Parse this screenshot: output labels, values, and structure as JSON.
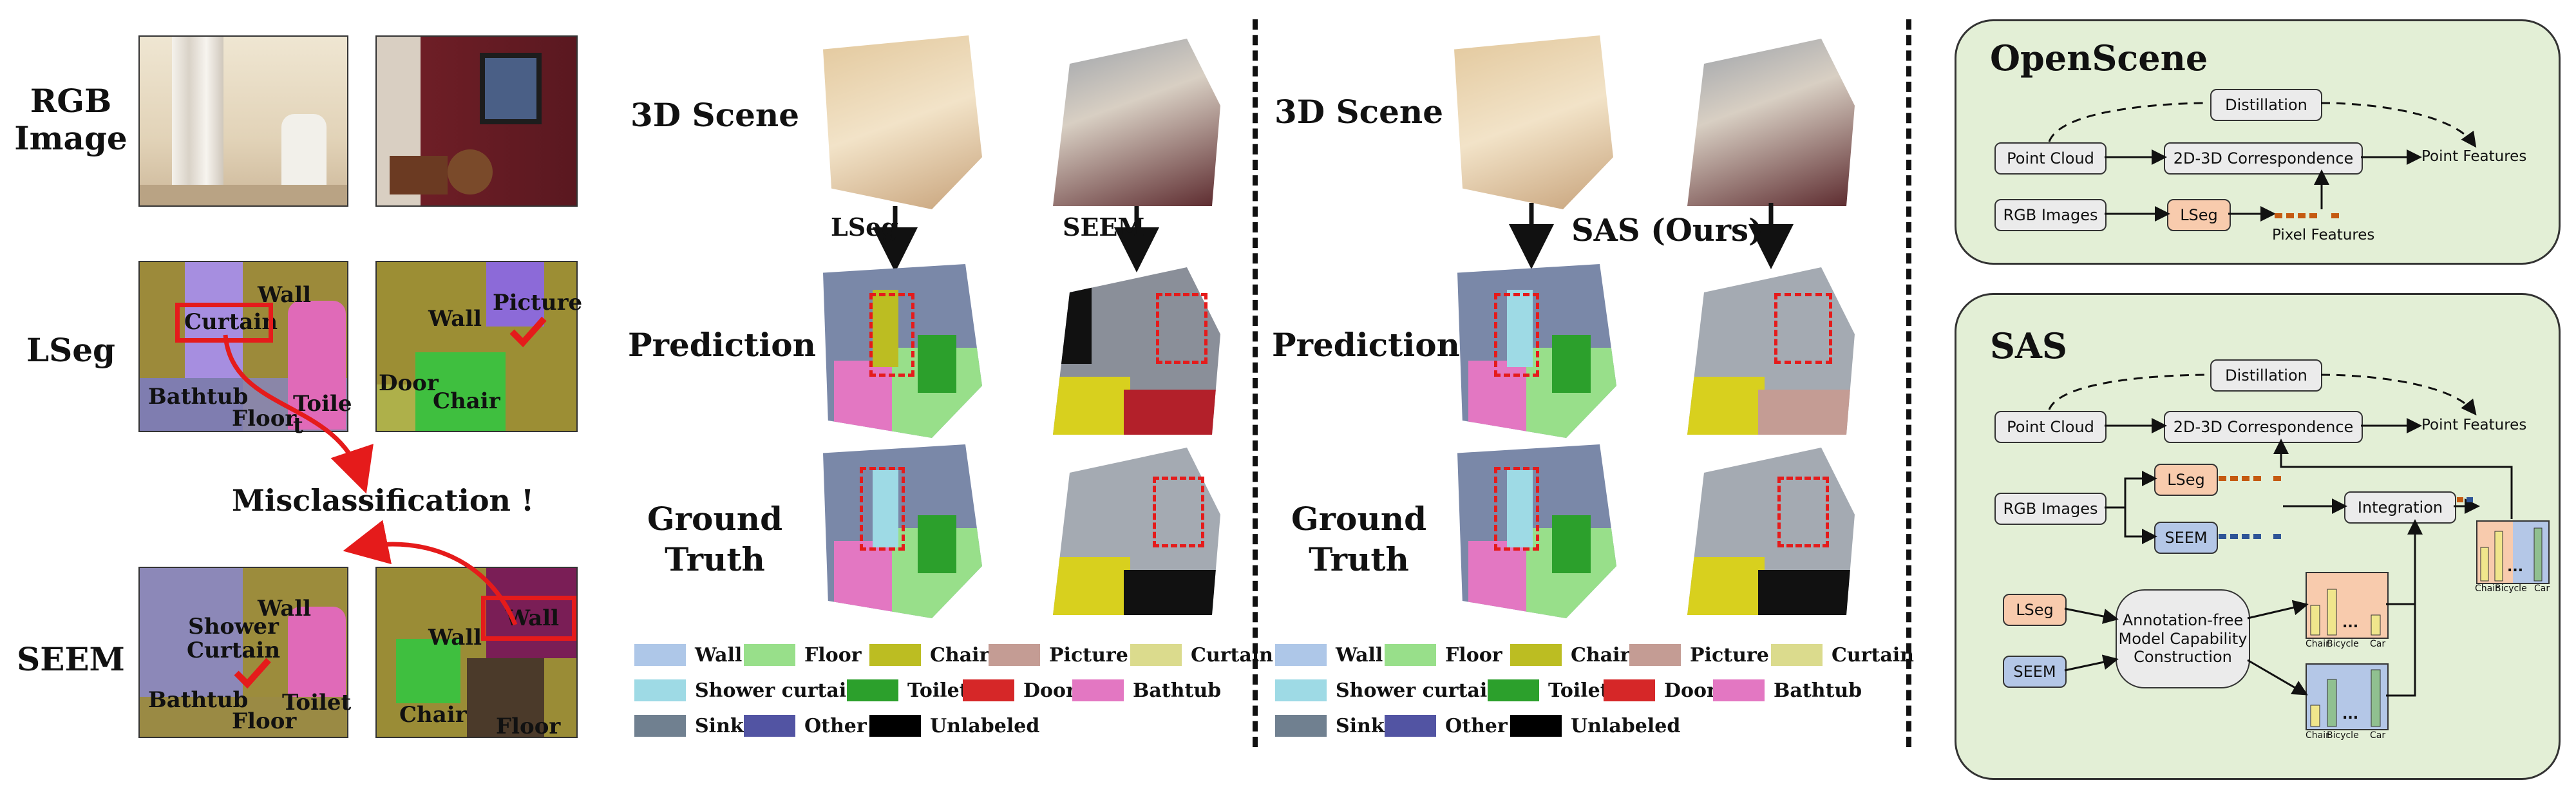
{
  "left": {
    "rows": [
      "RGB\nImage",
      "LSeg",
      "SEEM"
    ],
    "lseg_labels": {
      "curtain": "Curtain",
      "wall": "Wall",
      "bathtub": "Bathtub",
      "floor": "Floor",
      "toilet": "Toile\nt",
      "wall2": "Wall",
      "picture": "Picture",
      "door": "Door",
      "chair": "Chair"
    },
    "seem_labels": {
      "wall": "Wall",
      "shower_curtain": "Shower\nCurtain",
      "bathtub": "Bathtub",
      "floor": "Floor",
      "toilet": "Toilet",
      "wall2": "Wall",
      "wall_box": "Wall",
      "chair": "Chair",
      "floor2": "Floor"
    },
    "miscls": "Misclassification !"
  },
  "middle": {
    "rows": [
      "3D Scene",
      "Prediction",
      "Ground\nTruth"
    ],
    "arrow1": "LSeg",
    "arrow2": "SEEM"
  },
  "right": {
    "rows": [
      "3D Scene",
      "Prediction",
      "Ground\nTruth"
    ],
    "arrow": "SAS (Ours)"
  },
  "legend": [
    {
      "label": "Wall",
      "color": "#aec7e8"
    },
    {
      "label": "Floor",
      "color": "#98df8a"
    },
    {
      "label": "Chair",
      "color": "#bcbd22"
    },
    {
      "label": "Picture",
      "color": "#c49c94"
    },
    {
      "label": "Curtain",
      "color": "#dbdb8d"
    },
    {
      "label": "Shower curtain",
      "color": "#9edae5"
    },
    {
      "label": "Toilet",
      "color": "#2ca02c"
    },
    {
      "label": "Door",
      "color": "#d62728"
    },
    {
      "label": "Bathtub",
      "color": "#e377c2"
    },
    {
      "label": "Sink",
      "color": "#708090"
    },
    {
      "label": "Other",
      "color": "#5254a3"
    },
    {
      "label": "Unlabeled",
      "color": "#000000"
    }
  ],
  "openscene": {
    "title": "OpenScene",
    "distillation": "Distillation",
    "point_cloud": "Point Cloud",
    "corr": "2D-3D Correspondence",
    "point_features": "Point Features",
    "rgb": "RGB Images",
    "lseg": "LSeg",
    "pixel_features": "Pixel Features"
  },
  "sas": {
    "title": "SAS",
    "distillation": "Distillation",
    "point_cloud": "Point Cloud",
    "corr": "2D-3D Correspondence",
    "point_features": "Point Features",
    "rgb": "RGB Images",
    "lseg": "LSeg",
    "seem": "SEEM",
    "integration": "Integration",
    "lseg2": "LSeg",
    "seem2": "SEEM",
    "annot": "Annotation-free\nModel Capability\nConstruction",
    "bar_labels": [
      "Chair",
      "Bicycle",
      "...",
      "Car"
    ],
    "dots": "..."
  }
}
